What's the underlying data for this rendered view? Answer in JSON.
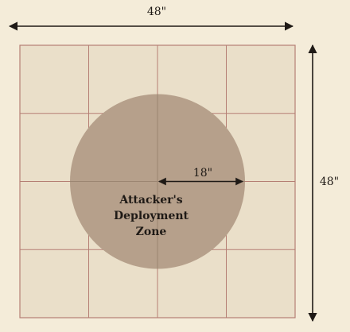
{
  "diagram": {
    "width_label": "48\"",
    "height_label": "48\"",
    "radius_label": "18\"",
    "zone_label": {
      "line1": "Attacker's",
      "line2": "Deployment",
      "line3": "Zone"
    }
  },
  "colors": {
    "page_background": "#f4ecd9",
    "board_fill": "#eadfc9",
    "grid_line": "#b57f74",
    "zone_fill": "#b6a08b",
    "ink": "#1f1a16"
  }
}
